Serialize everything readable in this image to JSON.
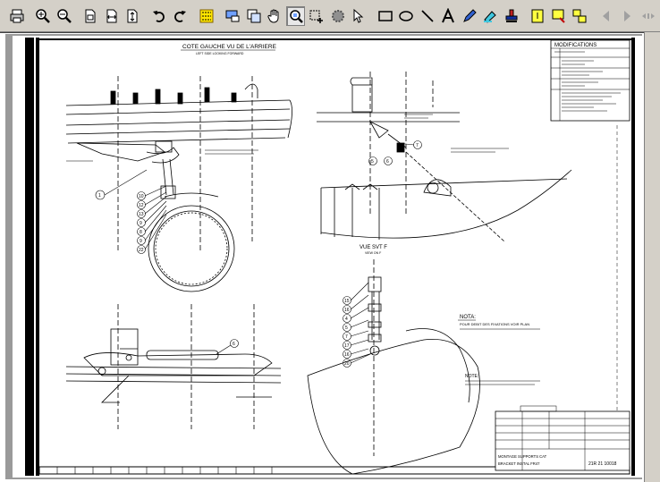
{
  "toolbar": {
    "buttons": [
      {
        "id": "print",
        "icon": "printer-icon"
      },
      {
        "id": "zoom-in",
        "icon": "zoom-in-icon"
      },
      {
        "id": "zoom-out",
        "icon": "zoom-out-icon"
      },
      {
        "id": "fit-page",
        "icon": "page-icon"
      },
      {
        "id": "fit-width",
        "icon": "page-width-icon"
      },
      {
        "id": "fit-height",
        "icon": "page-height-icon"
      },
      {
        "id": "rotate-left",
        "icon": "rotate-left-icon"
      },
      {
        "id": "rotate-right",
        "icon": "rotate-right-icon"
      },
      {
        "id": "layers",
        "icon": "layers-icon"
      },
      {
        "id": "zoom-rect",
        "icon": "zoom-rectangle-icon"
      },
      {
        "id": "magnify",
        "icon": "magnifier-window-icon"
      },
      {
        "id": "pan",
        "icon": "hand-icon"
      },
      {
        "id": "zoom-tool",
        "icon": "zoom-tool-icon"
      },
      {
        "id": "add-zoom",
        "icon": "zoom-add-icon"
      },
      {
        "id": "stamp",
        "icon": "stamp-gear-icon"
      },
      {
        "id": "select",
        "icon": "arrow-cursor-icon"
      },
      {
        "id": "rectangle",
        "icon": "rectangle-icon"
      },
      {
        "id": "ellipse",
        "icon": "ellipse-icon"
      },
      {
        "id": "line",
        "icon": "line-icon"
      },
      {
        "id": "text",
        "icon": "text-icon"
      },
      {
        "id": "pen",
        "icon": "pen-icon"
      },
      {
        "id": "highlighter",
        "icon": "highlighter-icon"
      },
      {
        "id": "redline-stamp",
        "icon": "redline-stamp-icon"
      },
      {
        "id": "note",
        "icon": "note-icon"
      },
      {
        "id": "note-add",
        "icon": "note-add-icon"
      },
      {
        "id": "note-link",
        "icon": "note-link-icon"
      },
      {
        "id": "prev",
        "icon": "prev-page-icon"
      },
      {
        "id": "next",
        "icon": "next-page-icon"
      },
      {
        "id": "exit",
        "icon": "exit-icon"
      }
    ]
  },
  "drawing": {
    "title_left": "COTE GAUCHE VU DE L'ARRIERE",
    "subtitle_left": "LEFT SIDE LOOKING FORWARD",
    "modifications_title": "MODIFICATIONS",
    "view_label": "VUE SVT F",
    "view_sub": "VIEW ON F",
    "nota_label": "NOTA:",
    "nota_text": "POUR DEBIT DES FIXATIONS VOIR PLAN",
    "note_label": "NOTE:",
    "callout_left": [
      "10",
      "12",
      "13",
      "9",
      "8",
      "9",
      "22"
    ],
    "callout_right": [
      "15",
      "16",
      "4",
      "5",
      "7",
      "17",
      "16",
      "20"
    ],
    "callout_misc": [
      "1",
      "5",
      "6",
      "7",
      "6"
    ],
    "title_block": [
      "MONTAGE SUPPORTS CAT",
      "BRACKET INSTAL FR47",
      "21R 21 10018"
    ]
  }
}
